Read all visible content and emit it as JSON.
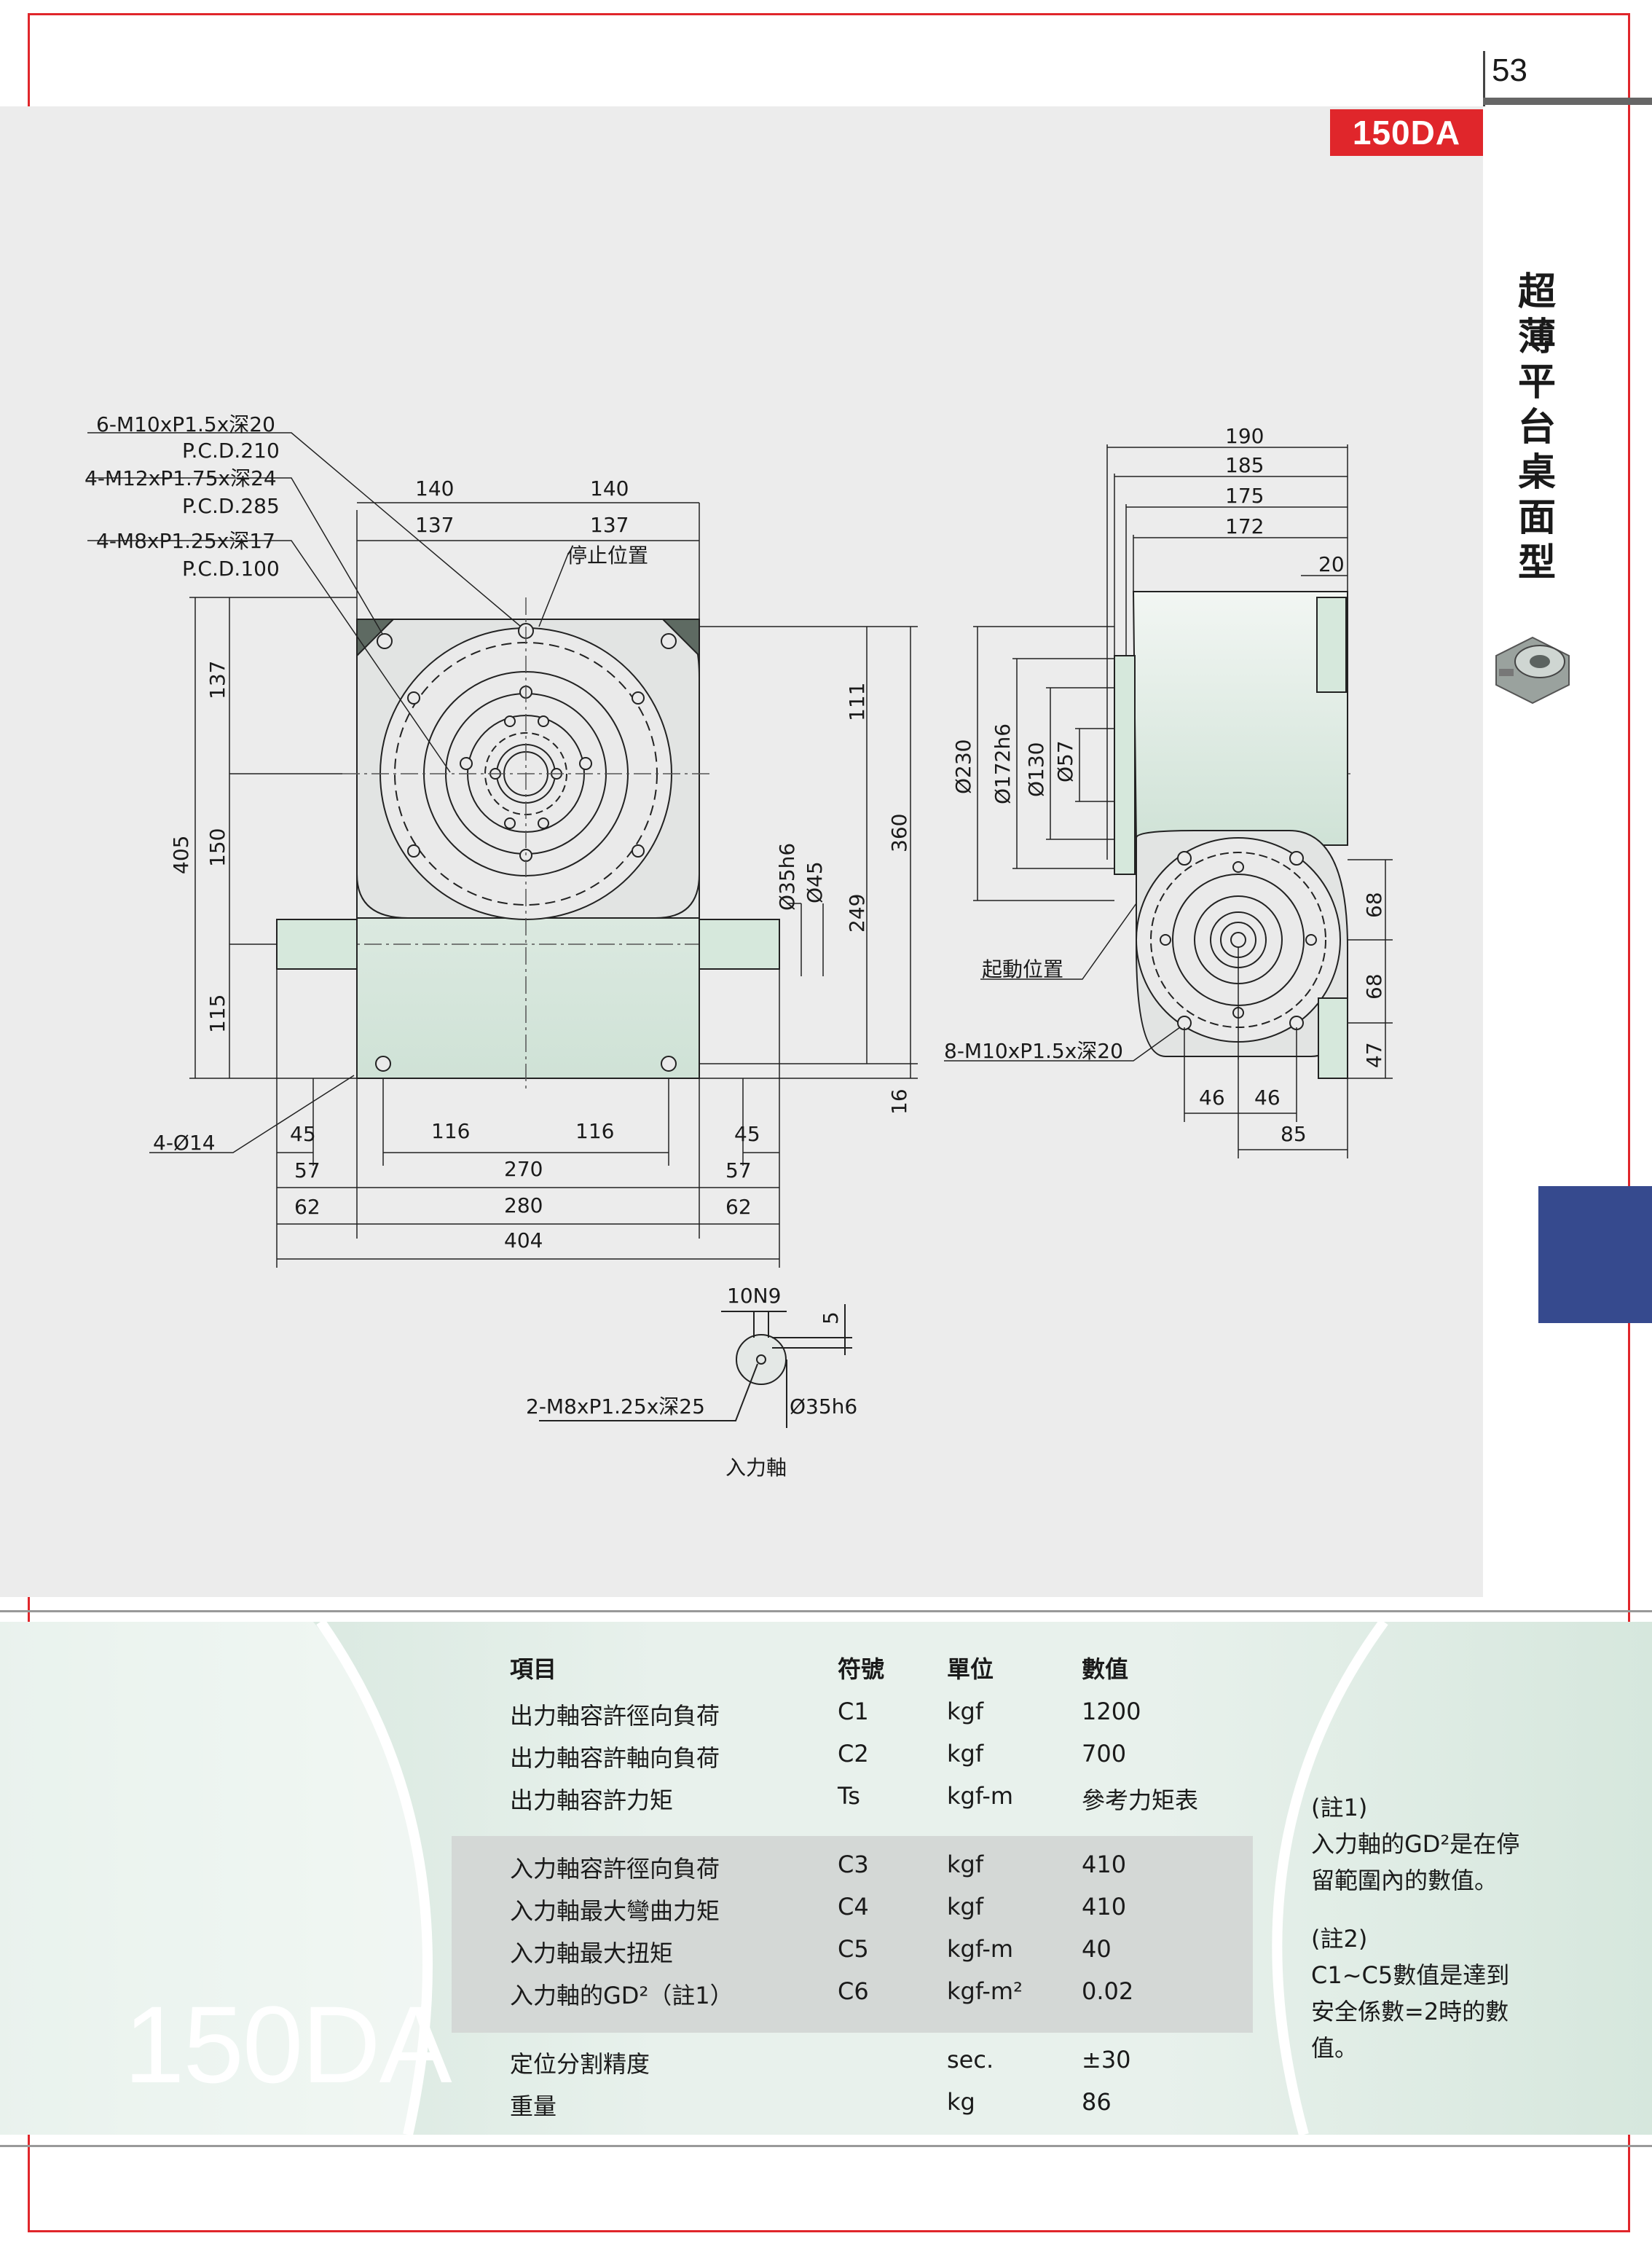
{
  "page": {
    "number": "53",
    "model_badge": "150DA",
    "category_title": [
      "超",
      "薄",
      "平",
      "台",
      "桌",
      "面",
      "型"
    ],
    "colors": {
      "accent": "#e0262b",
      "tab_blue": "#364a8e",
      "machine_green": "#d6e8dc",
      "panel_bg": "#ececec"
    }
  },
  "drawing": {
    "threads_outer": "6-M10xP1.5x深20",
    "pcd_outer": "P.C.D.210",
    "threads_mid": "4-M12xP1.75x深24",
    "pcd_mid": "P.C.D.285",
    "threads_inner": "4-M8xP1.25x深17",
    "pcd_inner": "P.C.D.100",
    "top_140_left": "140",
    "top_140_right": "140",
    "top_137_left": "137",
    "top_137_right": "137",
    "stop_position": "停止位置",
    "d405": "405",
    "d137": "137",
    "d150": "150",
    "d115": "115",
    "d111": "111",
    "d360": "360",
    "d249": "249",
    "d16": "16",
    "phi35h6": "Ø35h6",
    "phi45": "Ø45",
    "holes": "4-Ø14",
    "d45a": "45",
    "d45b": "45",
    "d57a": "57",
    "d57b": "57",
    "d62a": "62",
    "d62b": "62",
    "d116a": "116",
    "d116b": "116",
    "d270": "270",
    "d280": "280",
    "d404": "404",
    "key": "10N9",
    "d5": "5",
    "shaft_threads": "2-M8xP1.25x深25",
    "shaft_phi": "Ø35h6",
    "input_shaft": "入力軸",
    "side_190": "190",
    "side_185": "185",
    "side_175": "175",
    "side_172": "172",
    "side_20": "20",
    "phi230": "Ø230",
    "phi172h6": "Ø172h6",
    "phi130": "Ø130",
    "phi57": "Ø57",
    "start_position": "起動位置",
    "side_threads": "8-M10xP1.5x深20",
    "side_68a": "68",
    "side_68b": "68",
    "side_47": "47",
    "side_46a": "46",
    "side_46b": "46",
    "side_85": "85"
  },
  "spec": {
    "model_watermark": "150DA",
    "headers": {
      "item": "項目",
      "symbol": "符號",
      "unit": "單位",
      "value": "數值"
    },
    "rows": [
      {
        "item": "出力軸容許徑向負荷",
        "symbol": "C1",
        "unit": "kgf",
        "value": "1200"
      },
      {
        "item": "出力軸容許軸向負荷",
        "symbol": "C2",
        "unit": "kgf",
        "value": "700"
      },
      {
        "item": "出力軸容許力矩",
        "symbol": "Ts",
        "unit": "kgf-m",
        "value": "參考力矩表"
      },
      {
        "item": "入力軸容許徑向負荷",
        "symbol": "C3",
        "unit": "kgf",
        "value": "410"
      },
      {
        "item": "入力軸最大彎曲力矩",
        "symbol": "C4",
        "unit": "kgf",
        "value": "410"
      },
      {
        "item": "入力軸最大扭矩",
        "symbol": "C5",
        "unit": "kgf-m",
        "value": "40"
      },
      {
        "item": "入力軸的GD²（註1）",
        "symbol": "C6",
        "unit": "kgf-m²",
        "value": "0.02"
      },
      {
        "item": "定位分割精度",
        "symbol": "",
        "unit": "sec.",
        "value": "±30"
      },
      {
        "item": "重量",
        "symbol": "",
        "unit": "kg",
        "value": "86"
      }
    ],
    "notes": [
      "(註1)",
      "入力軸的GD²是在停",
      "留範圍內的數值。",
      "(註2)",
      "C1~C5數值是達到",
      "安全係數=2時的數",
      "值。"
    ]
  }
}
